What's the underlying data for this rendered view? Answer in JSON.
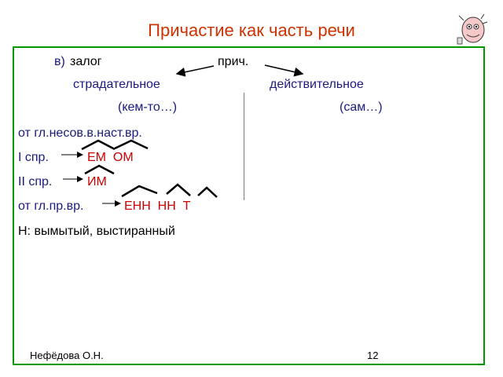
{
  "slide": {
    "title": "Причастие как часть речи",
    "voice_label": "в)",
    "voice_word": "залог",
    "prich": "прич.",
    "passive": "страдательное",
    "active": "действительное",
    "passive_hint": "(кем-то…)",
    "active_hint": "(сам…)",
    "line1": "от гл.несов.в.наст.вр.",
    "conj1_label": "I спр.",
    "conj1_suffix": "ЕМ  ОМ",
    "conj2_label": "II спр.",
    "conj2_suffix": "ИМ",
    "line4_label": "от гл.пр.вр.",
    "line4_suffix": "ЕНН  НН  Т",
    "example": "Н: вымытый, выстиранный",
    "author": "Нефёдова О.Н.",
    "page": "12"
  },
  "colors": {
    "title": "#cc3300",
    "frame": "#009900",
    "suffix": "#cc0000",
    "text_blue": "#1a1a80"
  }
}
